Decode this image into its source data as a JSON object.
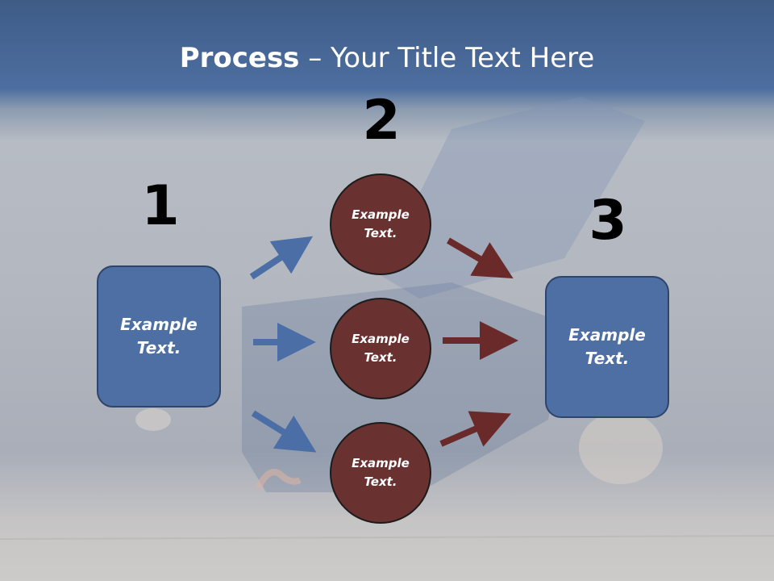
{
  "slide": {
    "title_bold": "Process",
    "title_rest": " – Your Title Text Here",
    "steps": [
      {
        "number": "1",
        "text": "Example\nText."
      },
      {
        "number": "2",
        "texts": [
          "Example\nText.",
          "Example\nText.",
          "Example\nText."
        ]
      },
      {
        "number": "3",
        "text": "Example\nText."
      }
    ]
  },
  "colors": {
    "blue": "#4e6fa3",
    "maroon": "#6a3131",
    "blue_arrow": "#4a6ea5",
    "maroon_arrow": "#6b2a2a"
  }
}
